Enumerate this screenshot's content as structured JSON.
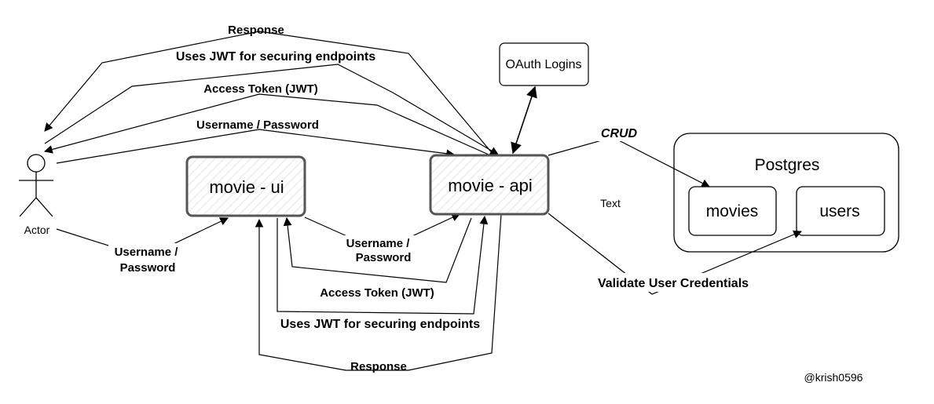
{
  "nodes": {
    "actor": {
      "label": "Actor"
    },
    "movie_ui": {
      "label": "movie - ui"
    },
    "movie_api": {
      "label": "movie - api"
    },
    "oauth": {
      "label": "OAuth Logins"
    },
    "postgres": {
      "label": "Postgres",
      "tables": [
        {
          "label": "movies"
        },
        {
          "label": "users"
        }
      ]
    }
  },
  "edges": {
    "top_response": "Response",
    "top_uses_jwt": "Uses JWT for securing endpoints",
    "top_access_token": "Access Token (JWT)",
    "top_username_password": "Username / Password",
    "actor_ui_line1": "Username /",
    "actor_ui_line2": "Password",
    "ui_api_line1": "Username /",
    "ui_api_line2": "Password",
    "bottom_access_token": "Access Token (JWT)",
    "bottom_uses_jwt": "Uses JWT for securing endpoints",
    "bottom_response": "Response",
    "crud": "CRUD",
    "validate": "Validate User Credentials"
  },
  "stray_text": "Text",
  "watermark": "@krish0596",
  "colors": {
    "stroke": "#000000",
    "box_hatch": "#e6e6e6",
    "box_border": "#555555",
    "background": "#ffffff"
  }
}
